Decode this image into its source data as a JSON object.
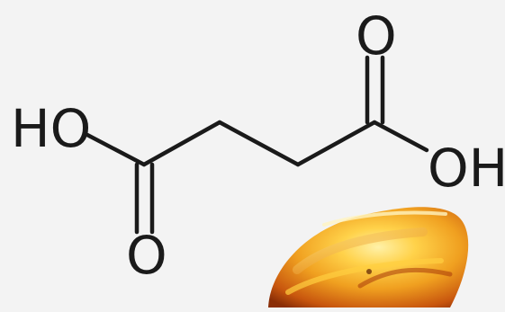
{
  "molecule": {
    "atoms": {
      "ho_left": "HO",
      "o_bottom": "O",
      "o_top": "O",
      "oh_right": "OH"
    }
  },
  "colors": {
    "background": "#f3f3f3",
    "bond": "#1a1a1a",
    "amber_light": "#ffd24a",
    "amber_mid": "#f0a020",
    "amber_dark": "#b3420c"
  },
  "decoration": {
    "stone_icon": "amber-stone"
  }
}
